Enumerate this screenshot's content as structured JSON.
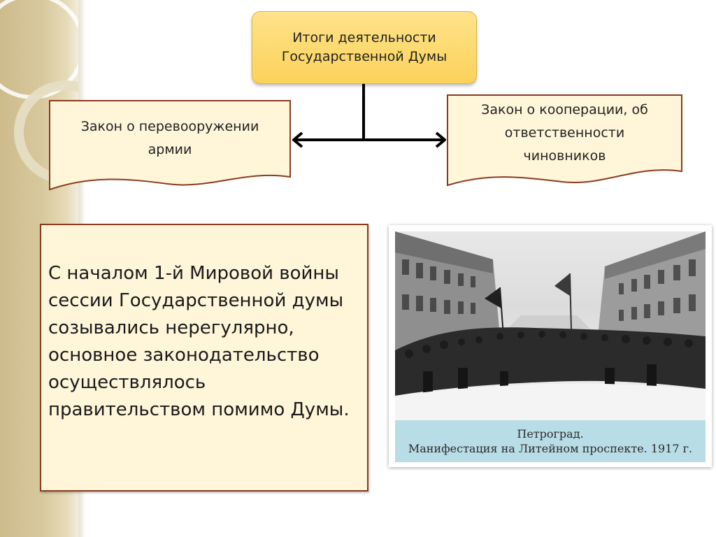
{
  "slide": {
    "top_box": "Итоги деятельности\nГосударственной Думы",
    "left_box": "Закон о перевооружении\nармии",
    "right_box": "Закон о кооперации, об\nответственности\nчиновников",
    "main_text": "С началом 1-й Мировой войны сессии Государственной думы созывались нерегулярно, основное законодательство осуществлялось правительством помимо Думы.",
    "photo": {
      "caption_line1": "Петроград.",
      "caption_line2": "Манифестация на Литейном проспекте. 1917 г."
    }
  },
  "colors": {
    "top_box_fill": "#fbd25a",
    "doc_box_fill": "#fff5d9",
    "doc_box_border": "#8a3b1e",
    "caption_band": "#b9dde7"
  }
}
